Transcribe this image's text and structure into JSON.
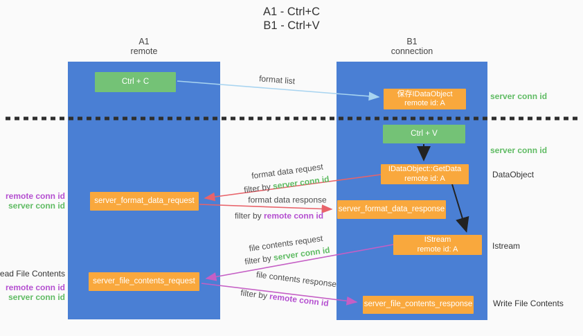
{
  "title": {
    "line1": "A1 - Ctrl+C",
    "line2": "B1 - Ctrl+V"
  },
  "columns": {
    "a1": {
      "name": "A1",
      "subtitle": "remote"
    },
    "b1": {
      "name": "B1",
      "subtitle": "connection"
    }
  },
  "nodes": {
    "ctrl_c": "Ctrl + C",
    "ctrl_v": "Ctrl + V",
    "save_idataobject": {
      "line1": "保存IDataObject",
      "line2": "remote id: A"
    },
    "getdata": {
      "line1": "IDataObject::GetData",
      "line2": "remote id: A"
    },
    "istream": {
      "line1": "IStream",
      "line2": "remote id: A"
    },
    "server_format_data_request": "server_format_data_request",
    "server_format_data_response": "server_format_data_response",
    "server_file_contents_request": "server_file_contents_request",
    "server_file_contents_response": "server_file_contents_response"
  },
  "arrow_labels": {
    "format_list": "format list",
    "format_data_request": "format data request",
    "format_data_response": "format data response",
    "file_contents_request": "file contents request",
    "file_contents_response": "file contents response",
    "filter_by": "filter by",
    "server_conn_id": "server conn id",
    "remote_conn_id": "remote conn id"
  },
  "side_labels": {
    "server_conn_id_top": "server conn id",
    "server_conn_id_mid": "server conn id",
    "dataobject": "DataObject",
    "istream": "Istream",
    "write_file_contents": "Write File Contents",
    "read_file_contents": "Read File Contents",
    "remote_conn_id": "remote conn id",
    "server_conn_id": "server conn id"
  },
  "colors": {
    "column_blue": "#4a7fd4",
    "box_green": "#74c276",
    "box_orange": "#f9a83d",
    "green_text": "#5fbb63",
    "purple_text": "#b44fd0",
    "arrow_red": "#e8636a",
    "arrow_magenta": "#c55fc5",
    "arrow_light_blue": "#a8d4f0",
    "arrow_black": "#222222",
    "background": "#fafafa"
  }
}
